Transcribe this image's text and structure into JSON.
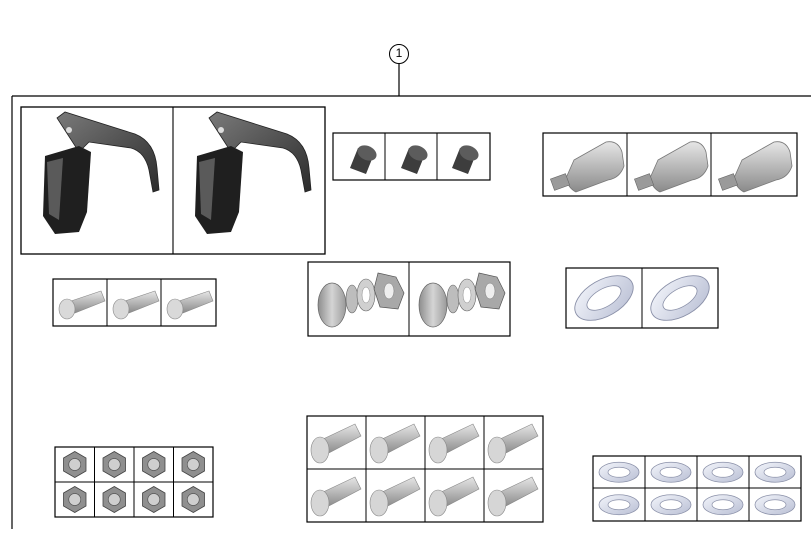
{
  "diagram": {
    "callout": {
      "number": "1"
    },
    "groups": [
      {
        "name": "lever-latch",
        "count": 2,
        "cols": 2
      },
      {
        "name": "flat-head-screw",
        "count": 3,
        "cols": 3
      },
      {
        "name": "hinge-pin-cylinder",
        "count": 3,
        "cols": 3
      },
      {
        "name": "shoulder-bolt",
        "count": 3,
        "cols": 3
      },
      {
        "name": "bolt-washer-nut-set",
        "count": 2,
        "cols": 2
      },
      {
        "name": "flat-washer-large",
        "count": 2,
        "cols": 2
      },
      {
        "name": "hex-nut",
        "count": 8,
        "cols": 4
      },
      {
        "name": "hex-bolt",
        "count": 8,
        "cols": 4
      },
      {
        "name": "flat-washer-small",
        "count": 8,
        "cols": 4
      }
    ]
  }
}
